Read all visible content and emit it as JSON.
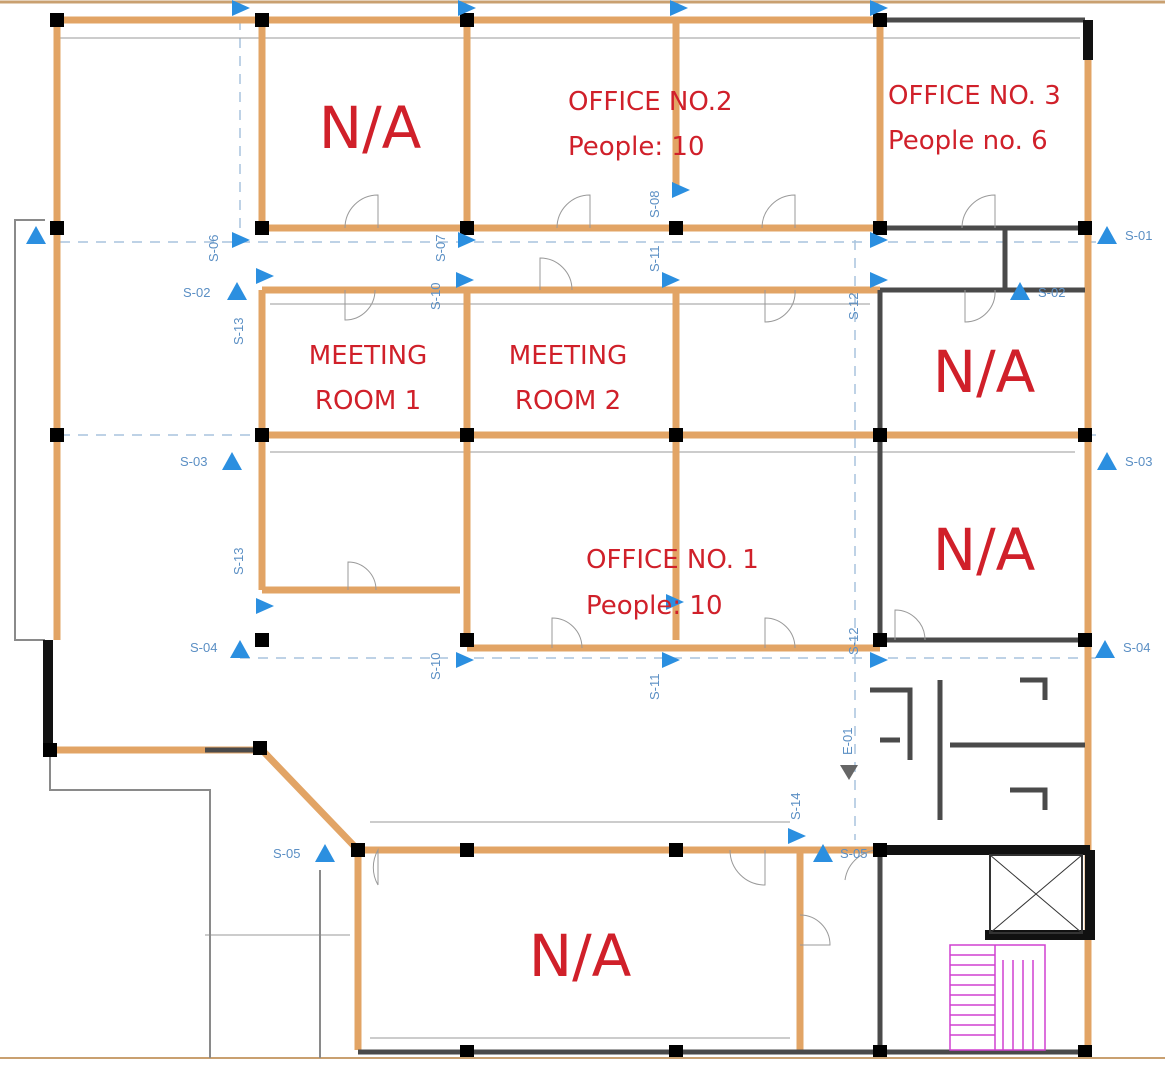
{
  "rooms": {
    "na_top": "N/A",
    "office2_title": "OFFICE NO.2",
    "office2_people": "People: 10",
    "office3_title": "OFFICE NO. 3",
    "office3_people": "People no. 6",
    "meeting1_l1": "MEETING",
    "meeting1_l2": "ROOM 1",
    "meeting2_l1": "MEETING",
    "meeting2_l2": "ROOM 2",
    "na_right1": "N/A",
    "na_right2": "N/A",
    "office1_title": "OFFICE NO. 1",
    "office1_people": "People: 10",
    "na_bottom": "N/A"
  },
  "section_markers": {
    "s01": "S-01",
    "s02": "S-02",
    "s03": "S-03",
    "s04": "S-04",
    "s05": "S-05",
    "s06": "S-06",
    "s07": "S-07",
    "s08": "S-08",
    "s10": "S-10",
    "s11": "S-11",
    "s12": "S-12",
    "s13": "S-13",
    "s14": "S-14",
    "e01": "E-01"
  },
  "colors": {
    "room_label": "#d0202a",
    "marker": "#2b8fe0",
    "wall": "#e2a465",
    "stairs": "#d040d0"
  }
}
